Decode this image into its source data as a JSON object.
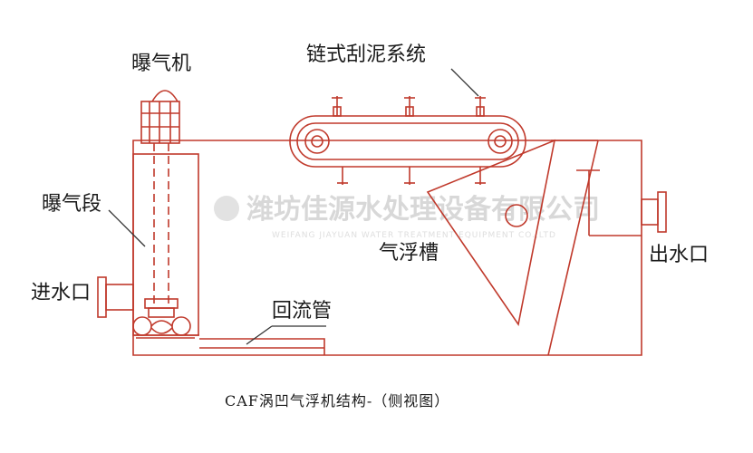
{
  "labels": {
    "aerator": "曝气机",
    "chain_scraper": "链式刮泥系统",
    "aeration_section": "曝气段",
    "flotation_tank": "气浮槽",
    "outlet": "出水口",
    "inlet": "进水口",
    "return_pipe": "回流管"
  },
  "caption": "CAF涡凹气浮机结构-（侧视图）",
  "watermark": {
    "text": "潍坊佳源水处理设备有限公司",
    "subtext": "WEIFANG JIAYUAN WATER TREATMENT EQUIPMENT CO.,LTD"
  },
  "colors": {
    "outline": "#c0392b",
    "leader": "#333333",
    "text": "#1a1a1a"
  }
}
